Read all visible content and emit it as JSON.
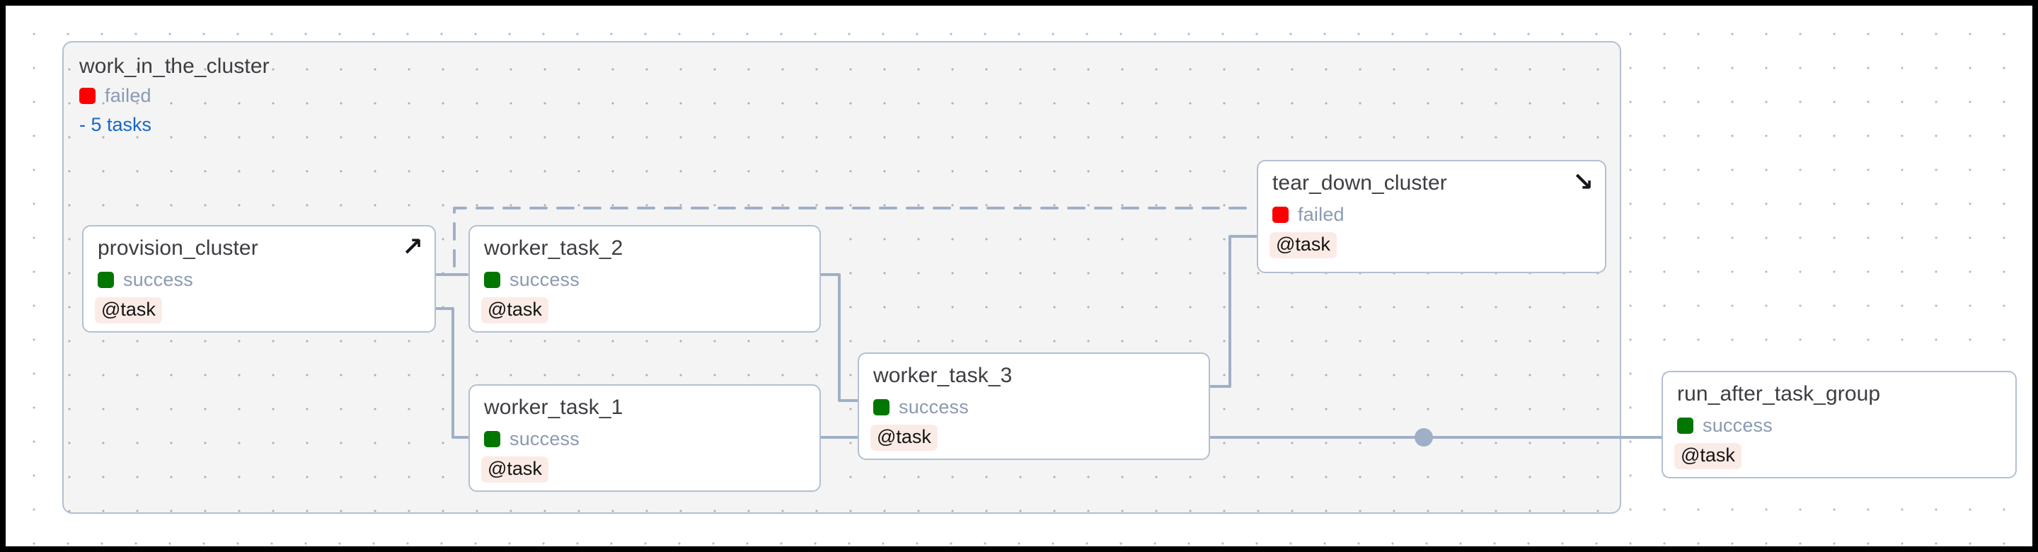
{
  "graph": {
    "type": "dag-graph",
    "task_group": {
      "name": "work_in_the_cluster",
      "status": "failed",
      "tasks_label": "- 5 tasks",
      "task_count": 5
    },
    "nodes": [
      {
        "id": "provision_cluster",
        "name": "provision_cluster",
        "status": "success",
        "operator": "@task",
        "arrow_icon": "↗",
        "arrow_name": "arrow-up-right-icon"
      },
      {
        "id": "worker_task_2",
        "name": "worker_task_2",
        "status": "success",
        "operator": "@task"
      },
      {
        "id": "worker_task_1",
        "name": "worker_task_1",
        "status": "success",
        "operator": "@task"
      },
      {
        "id": "worker_task_3",
        "name": "worker_task_3",
        "status": "success",
        "operator": "@task"
      },
      {
        "id": "tear_down_cluster",
        "name": "tear_down_cluster",
        "status": "failed",
        "operator": "@task",
        "arrow_icon": "↘",
        "arrow_name": "arrow-down-right-icon"
      },
      {
        "id": "run_after_task_group",
        "name": "run_after_task_group",
        "status": "success",
        "operator": "@task"
      }
    ],
    "status_colors": {
      "success": "#017701",
      "failed": "#fc0000"
    },
    "edge_color": "#9fb0c6"
  }
}
